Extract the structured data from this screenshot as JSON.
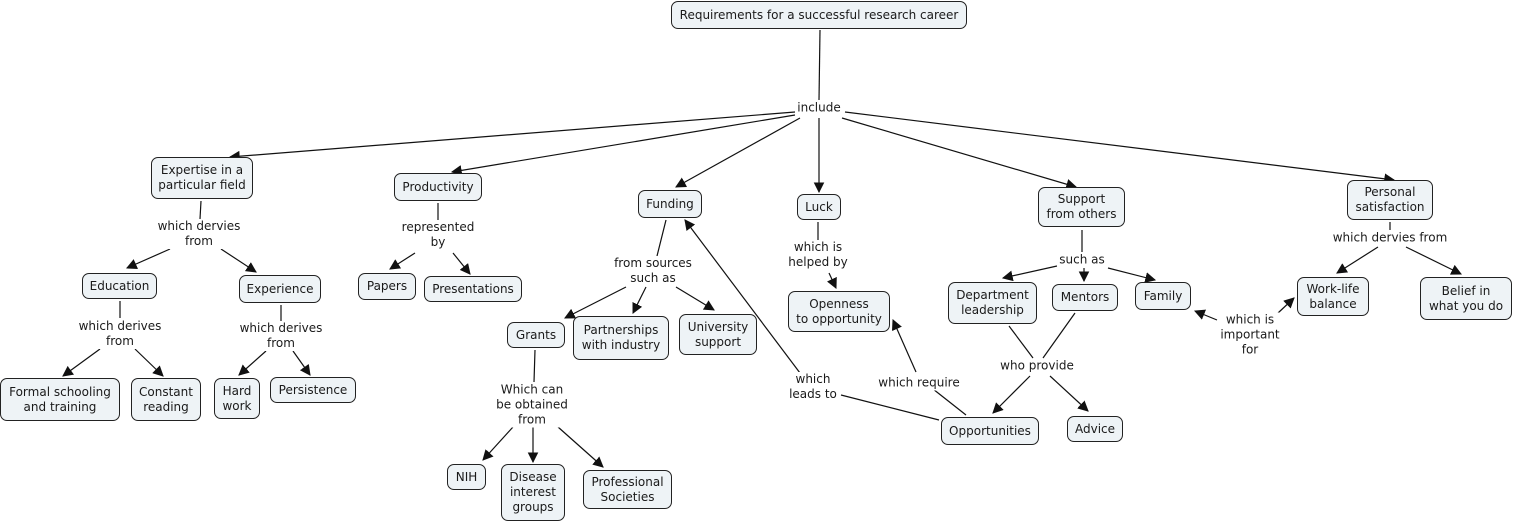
{
  "title": "Requirements for a successful research career",
  "concepts": {
    "root": "Requirements for a successful research career",
    "expertise": "Expertise in a\nparticular field",
    "education": "Education",
    "experience": "Experience",
    "formal": "Formal schooling\nand training",
    "constant": "Constant\nreading",
    "hardwork": "Hard\nwork",
    "persistence": "Persistence",
    "productivity": "Productivity",
    "papers": "Papers",
    "presentations": "Presentations",
    "funding": "Funding",
    "grants": "Grants",
    "partnerships": "Partnerships\nwith industry",
    "university": "University\nsupport",
    "nih": "NIH",
    "disease": "Disease\ninterest\ngroups",
    "professional": "Professional\nSocieties",
    "luck": "Luck",
    "openness": "Openness\nto opportunity",
    "support": "Support\nfrom others",
    "dept": "Department\nleadership",
    "mentors": "Mentors",
    "family": "Family",
    "opportunities": "Opportunities",
    "advice": "Advice",
    "personal": "Personal\nsatisfaction",
    "worklife": "Work-life\nbalance",
    "belief": "Belief in\nwhat you do"
  },
  "linking_phrases": {
    "include": "include",
    "exp_derives": "which dervies\nfrom",
    "edu_derives": "which derives\nfrom",
    "expr_derives": "which derives\nfrom",
    "represented": "represented\nby",
    "sources": "from sources\nsuch as",
    "obtained": "Which can\nbe obtained\nfrom",
    "helped": "which is\nhelped by",
    "leads": "which\nleads to",
    "require": "which require",
    "suchas": "such as",
    "provide": "who provide",
    "important": "which is\nimportant\nfor",
    "pers_derives": "which dervies from"
  },
  "colors": {
    "node_fill": "#eef3f6",
    "node_border": "#222222",
    "line": "#111111"
  }
}
